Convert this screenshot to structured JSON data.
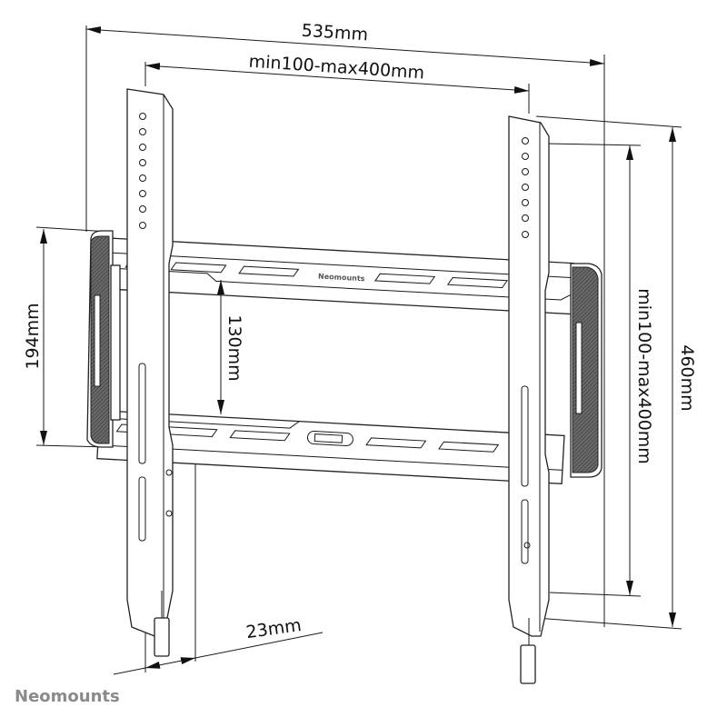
{
  "diagram": {
    "title": "Neomounts flat TV wall mount – dimensions",
    "dimensions": {
      "overall_width": "535mm",
      "vesa_horizontal": "min100-max400mm",
      "bracket_height": "194mm",
      "rail_spacing": "130mm",
      "overall_height": "460mm",
      "vesa_vertical": "min100-max400mm",
      "wall_distance": "23mm"
    },
    "bracket_brand": "Neomounts",
    "logo_text": "Neomounts",
    "colors": {
      "line": "#1a1a1a",
      "pad": "#555555",
      "logo": "#8a8a8a"
    }
  }
}
